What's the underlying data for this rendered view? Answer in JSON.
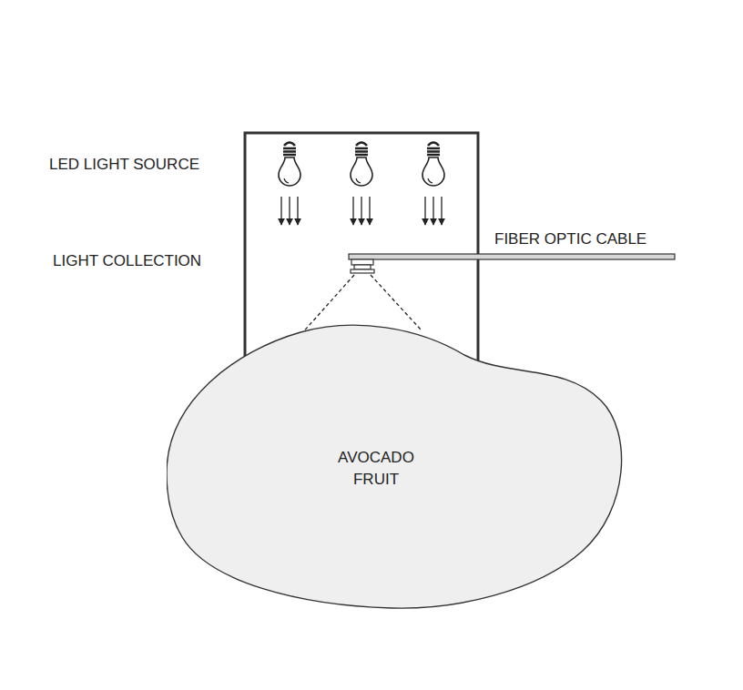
{
  "diagram": {
    "nodes": [
      {
        "text": [
          "AVOCADO FRUIT"
        ]
      }
    ],
    "labels": [
      "LED LIGHT SOURCE",
      "LIGHT COLLECTION",
      "FIBER OPTIC CABLE"
    ]
  }
}
